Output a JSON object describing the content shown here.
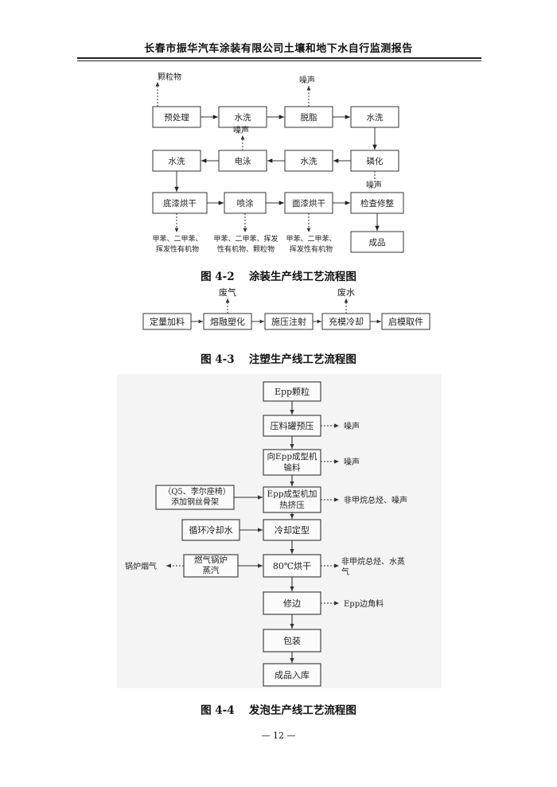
{
  "header": {
    "title": "长春市振华汽车涂装有限公司土壤和地下水自行监测报告"
  },
  "figure_2": {
    "caption": "图 4-2　 涂装生产线工艺流程图",
    "steps": [
      "预处理",
      "水洗",
      "脱脂",
      "水洗",
      "磷化",
      "水洗",
      "电泳",
      "水洗",
      "底漆烘干",
      "喷涂",
      "面漆烘干",
      "检查修整",
      "成品"
    ],
    "emissions": {
      "particles": "颗粒物",
      "noise": "噪声",
      "primer_dry": "甲苯、二甲苯、挥发性有机物",
      "spray": "甲苯、二甲苯、挥发性有机物、颗粒物",
      "topcoat_dry": "甲苯、二甲苯、挥发性有机物"
    }
  },
  "figure_3": {
    "caption": "图 4-3　 注塑生产线工艺流程图",
    "steps": [
      "定量加料",
      "熔融塑化",
      "施压注射",
      "充模冷却",
      "启模取件"
    ],
    "emissions": {
      "waste_gas": "废气",
      "waste_water": "废水"
    }
  },
  "figure_4": {
    "caption": "图 4-4　 发泡生产线工艺流程图",
    "steps": [
      "Epp颗粒",
      "压料罐预压",
      "向Epp成型机输料",
      "Epp成型机加热挤压",
      "冷却定型",
      "80℃烘干",
      "修边",
      "包装",
      "成品入库"
    ],
    "inputs": {
      "steel": "（Q5、李尔座椅）添加钢丝骨架",
      "cooling": "循环冷却水",
      "boiler": "燃气锅炉蒸汽"
    },
    "outputs": {
      "noise": "噪声",
      "nmhc_noise": "非甲烷总烃、噪声",
      "nmhc_steam": "非甲烷总烃、水蒸气",
      "trim": "Epp边角料",
      "boiler_flue": "锅炉烟气"
    }
  },
  "footer": {
    "page_number": "— 12 —"
  }
}
